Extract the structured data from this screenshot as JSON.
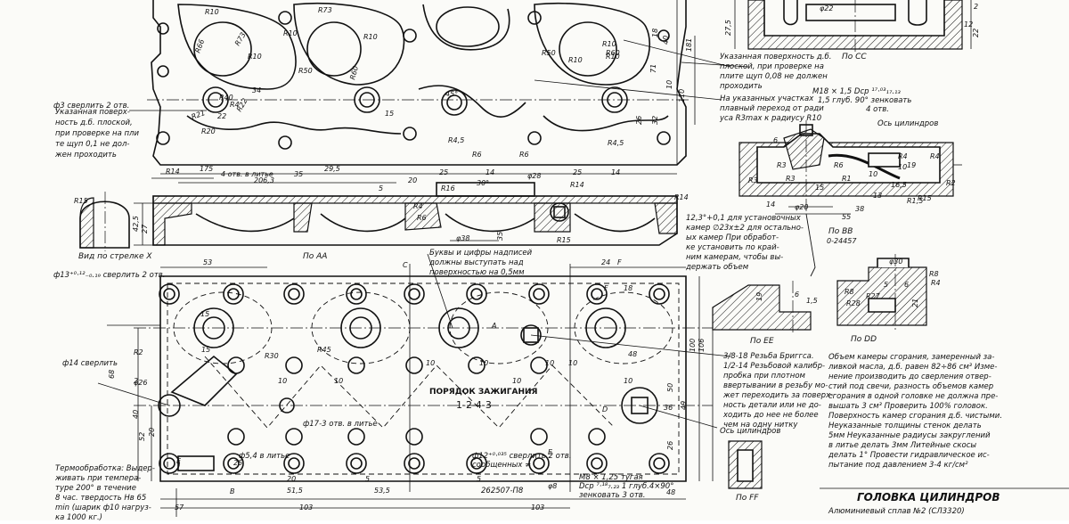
{
  "title_block": {
    "title": "ГОЛОВКА ЦИЛИНДРОВ",
    "material": "Алюминиевый сплав №2 (СЛ3320)"
  },
  "sections": {
    "cc": "По СС",
    "bb": "По ВВ",
    "aa": "По АА",
    "ee": "По ЕЕ",
    "dd": "По DD",
    "ff": "По FF",
    "arrow_x": "Вид по стрелке X"
  },
  "notes": {
    "flat_surface_cc": [
      "Указанная поверхность д.б.",
      "плоской, при проверке на",
      "плите щуп 0,08 не должен",
      "проходить"
    ],
    "smooth_transition": [
      "На указанных участках",
      "плавный переход от ради",
      "уса R3max к радиусу R10"
    ],
    "flat_surface_left": [
      "Указанная поверх-",
      "ность д.б. плоской,",
      "при проверке на пли",
      "те щуп 0,1 не дол-",
      "жен проходить"
    ],
    "four_holes": "4 отв. в литье",
    "drill_3": "ф3 сверлить 2 отв.",
    "chambers": [
      "12,3°+0,1 для установочных",
      "камер ∅23х±2 для остально-",
      "ых камер При обработ-",
      "ке установить по край-",
      "ним камерам, чтобы вы-",
      "держать объем"
    ],
    "letters": [
      "Буквы и цифры надписей",
      "должны выступать над",
      "поверхностью на 0,5мм"
    ],
    "drill_13": "ф13⁺⁰·¹²₋₀.₁₉ сверлить 2 отв.",
    "drill_14": "ф14 сверлить",
    "thread_brigs": [
      "3/8-18 Резьба Бриггса.",
      "1/2-14 Резьбовой калибр-",
      "пробка при плотном",
      "ввертывании в резьбу мо-",
      "жет переходить за поверх-",
      "ность детали или не до-",
      "ходить до нее не более",
      "чем на одну нитку"
    ],
    "firing_order_label": "ПОРЯДОК ЗАЖИГАНИЯ",
    "firing_order": "1-2-4-3",
    "cylinder_axis": "Ось цилиндров",
    "drill_12": [
      "ф12⁺⁰·⁰³⁵ сверлить 2 отв.",
      "сообщенных ≠"
    ],
    "thread_m8": [
      "М8 × 1,25 тугая",
      "Dср ⁷·¹⁸₇.₂₃ 1 глуб.4×90°",
      "зенковать 3 отв."
    ],
    "thread_m18": [
      "М18 × 1,5  Dср ¹⁷·⁰³₁₇.₁₃",
      "1,5 глуб. 90° зенковать",
      "4 отв."
    ],
    "axis_cyl_bb": "Ось цилиндров",
    "heat_treat": [
      "Термообработка: Выдер-",
      "живать при темпера-",
      "туре 200° в течение",
      "8 час. твердость Нв 65",
      "min (шарик ф10 нагруз-",
      "ка 1000 кг.)"
    ],
    "chamber_volume": [
      "Объем камеры сгорания, замеренный за-",
      "ливкой масла, д.б. равен 82÷86 см³ Изме-",
      "нение производить до сверления отвер-",
      "стий под свечи, разность объемов камер",
      "сгорания в одной головке не должна пре-",
      "вышать 3 см³ Проверить 100% головок.",
      "Поверхность камер сгорания д.б. чистыми.",
      "Неуказанные толщины стенок делать",
      "5мм   Неуказанные радиусы закруглений",
      "в литье делать 3мм Литейные скосы",
      "делать 1° Провести гидравлическое ис-",
      "пытание под давлением 3-4 кг/см²"
    ],
    "part_no": "262507-П8",
    "hole_17": "ф17-3 отв. в литье",
    "hole_54": "ф5,4 в литье"
  },
  "dimensions": {
    "top": [
      "R10",
      "R73",
      "R10",
      "R10",
      "R66",
      "R73",
      "R10",
      "R50",
      "R60",
      "R10",
      "R10",
      "R10",
      "R60",
      "R50",
      "R40",
      "R4",
      "R21",
      "R22",
      "R20",
      "R14",
      "R4,5",
      "R4,5",
      "R6",
      "R6",
      "34",
      "22",
      "15",
      "45°",
      "18",
      "40",
      "181",
      "110",
      "10",
      "71",
      "26",
      "32"
    ],
    "top_bottom": [
      "4 отв. в литье",
      "175",
      "35",
      "25",
      "14",
      "25",
      "14",
      "29,5",
      "20",
      "206,3"
    ],
    "section_aa": [
      "R15",
      "R14",
      "R4",
      "R16",
      "R6",
      "R14",
      "R15",
      "φ28",
      "φ38",
      "42,5",
      "27",
      "35",
      "30°",
      "5"
    ],
    "plan": [
      "53",
      "24",
      "F",
      "18",
      "C",
      "A",
      "15",
      "R2",
      "R45",
      "R30",
      "φ26",
      "40",
      "52",
      "20",
      "2",
      "10",
      "10",
      "10",
      "10",
      "10",
      "10",
      "5",
      "5",
      "10",
      "10",
      "48",
      "50",
      "36",
      "15",
      "68",
      "106",
      "100",
      "26",
      "49",
      "48",
      "51,5",
      "53,5",
      "103",
      "103",
      "57",
      "25",
      "20",
      "B",
      "E",
      "D",
      "E",
      "F",
      "φ8"
    ],
    "bb": [
      "R3",
      "R6",
      "R4",
      "R1,5",
      "R4",
      "R3",
      "R3",
      "R1",
      "10",
      "19",
      "15",
      "13",
      "16,5",
      "φ20",
      "55",
      "38",
      "14",
      "10",
      "6",
      "R15",
      "R2"
    ],
    "cc": [
      "φ22",
      "27,5",
      "2",
      "22",
      "12"
    ],
    "dd": [
      "φ30",
      "R8",
      "R4",
      "R8",
      "R28",
      "R27",
      "21",
      "5",
      "6",
      "0-24457"
    ],
    "ee": [
      "19",
      "6",
      "1,5"
    ]
  }
}
